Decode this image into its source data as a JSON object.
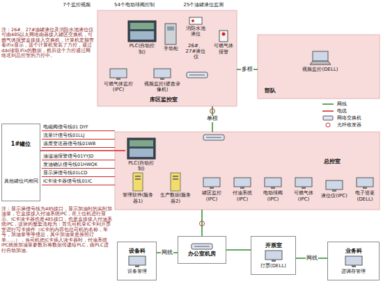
{
  "diagram": {
    "nodes": [
      {
        "text": [
          "库区监控室"
        ]
      },
      {
        "text": [
          "PLC(自动控制)"
        ],
        "in": 0
      },
      {
        "text": [
          "手动柜"
        ],
        "in": 0
      },
      {
        "text": [
          "消防水池液位"
        ],
        "in": 0
      },
      {
        "text": [
          "26#、27#液位仪"
        ],
        "in": 0
      },
      {
        "text": [
          "可燃气体报警"
        ],
        "in": 0
      },
      {
        "text": [
          "可燃气体监控(IPC)"
        ],
        "in": 0
      },
      {
        "text": [
          "视频监控(硬盘录像机)"
        ],
        "in": 0
      },
      {
        "text": [
          "部队"
        ]
      },
      {
        "text": [
          "视频监控(DELL)"
        ],
        "in": 8
      },
      {
        "text": [
          "1#罐位",
          "其他罐位均相同"
        ]
      },
      {
        "text": [
          "总控室"
        ]
      },
      {
        "text": [
          "PLC(自动控制)"
        ],
        "in": 11
      },
      {
        "text": [
          "管理软件(服务器1)"
        ],
        "in": 11
      },
      {
        "text": [
          "生产数据(服务器2)"
        ],
        "in": 11
      },
      {
        "text": [
          "罐区监控(IPC)"
        ],
        "in": 11
      },
      {
        "text": [
          "付油系统(IPC)"
        ],
        "in": 11
      },
      {
        "text": [
          "电动球阀(IPC)"
        ],
        "in": 11
      },
      {
        "text": [
          "可燃气体(IPC)"
        ],
        "in": 11
      },
      {
        "text": [
          "液位仪(IPC)"
        ],
        "in": 11
      },
      {
        "text": [
          "电子巡更(DELL)"
        ],
        "in": 11
      },
      {
        "text": [
          "设备科",
          "设备管理"
        ]
      },
      {
        "text": [
          "办公室机房"
        ]
      },
      {
        "text": [
          "开票室",
          "打票(DELL)"
        ]
      },
      {
        "text": [
          "业务科",
          "进调存管理"
        ]
      }
    ],
    "edges": [
      {
        "from": 0,
        "to": 8,
        "arrow": "none",
        "label": "多模"
      },
      {
        "from": 0,
        "to": 11,
        "arrow": "none",
        "label": "单模"
      },
      {
        "from": 11,
        "to": 22,
        "arrow": "none"
      },
      {
        "from": 22,
        "to": 21,
        "arrow": "none",
        "label": "网线"
      },
      {
        "from": 22,
        "to": 23,
        "arrow": "none"
      },
      {
        "from": 23,
        "to": 24,
        "arrow": "none",
        "label": "网线"
      },
      {
        "from": 10,
        "to": 12,
        "arrow": "none"
      }
    ],
    "labels": [
      "7个监控视频",
      "54个电动球阀控制",
      "25个油罐液位监测",
      "注：26#、27#油罐液位及消防水池液位仪可由485以太网络由器接入罐区交换机，可燃气体报警直接接入交换机，计算机定期查看iFix显示，这个计算机安装了力控，通过dde读取iFix的数据，然后这个力控通过网络送到总控室的力控中。",
      "电磁阀信号线01 DYF",
      "流量计信号线01LLJ",
      "温度变送器信号线01WB",
      "油溢油报警信号01YYJD",
      "发油确认信号线01HWQK",
      "显示屏信号线01LCD",
      "IC卡读卡器信号线01IC",
      "注：显示屏信号线为485接口，显示加油时的实时加油量，它直接接入付油系统IPC，在上位机进行显示。IC卡读卡器也是485接口，也是直接接入付油系统IPC，这块的整套流程为：首先司机拿IC卡到开票室进行写卡操作（IC卡的内容包括司机的名称，车号，加油量等等信息，其中加油量是按照订单……），当司机把IC卡插入读卡器时，付油系统IPC就按加油量参数后将数据传递给PLC，由PLC进行自动加油。"
    ],
    "legend": [
      {
        "text": "网线"
      },
      {
        "text": "电缆"
      },
      {
        "text": "网络交换机"
      },
      {
        "text": "光纤收发器"
      }
    ]
  }
}
